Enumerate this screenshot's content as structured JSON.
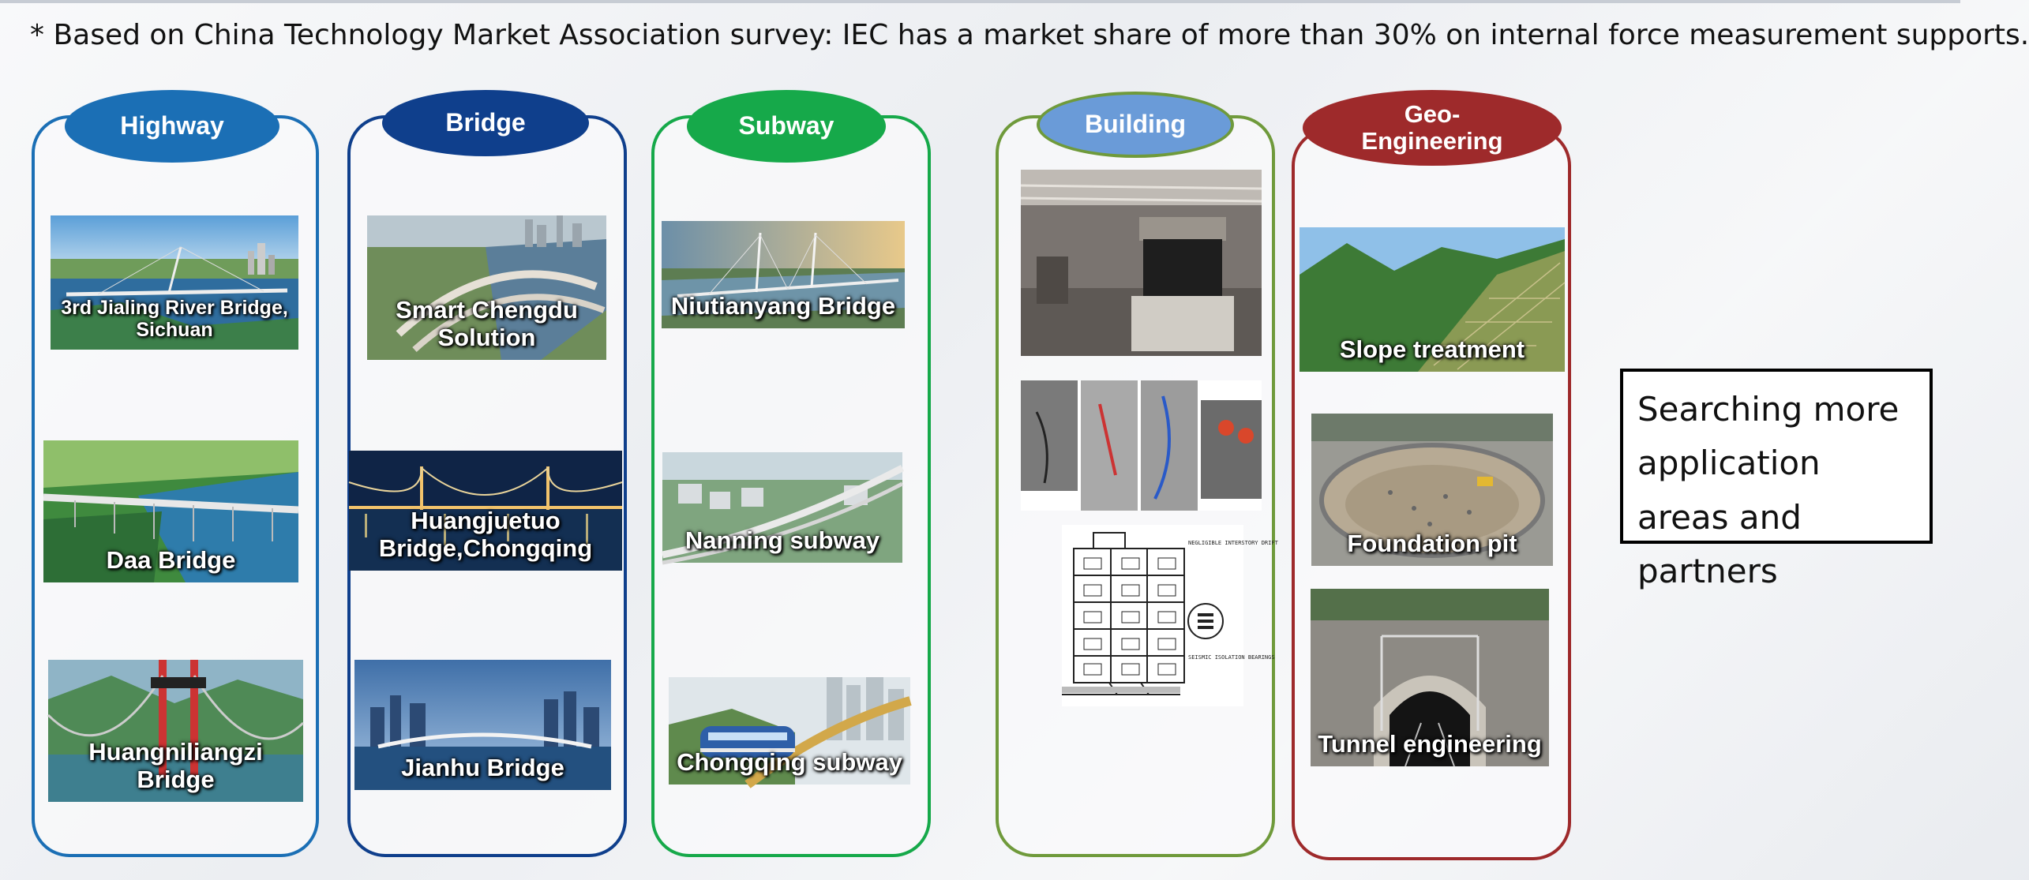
{
  "headline": "* Based on China Technology Market Association survey: IEC has a market share of more than 30% on internal force measurement supports.",
  "colors": {
    "highway": "#1b6fb5",
    "bridge": "#0f3f8c",
    "subway": "#16a94a",
    "building": "#6a9bd8",
    "building_border": "#6f9a3b",
    "geo": "#9e2a2b"
  },
  "columns": {
    "highway": {
      "title": "Highway",
      "items": [
        "3rd Jialing River Bridge, Sichuan",
        "Daa Bridge",
        "Huangniliangzi Bridge"
      ]
    },
    "bridge": {
      "title": "Bridge",
      "items": [
        "Smart Chengdu Solution",
        "Huangjuetuo Bridge,Chongqing",
        "Jianhu Bridge"
      ]
    },
    "subway": {
      "title": "Subway",
      "items": [
        "Niutianyang Bridge",
        "Nanning subway",
        "Chongqing subway"
      ]
    },
    "building": {
      "title": "Building",
      "diagram_labels": [
        "NEGLIGIBLE INTERSTORY DRIFT",
        "SEISMIC ISOLATION BEARINGS"
      ]
    },
    "geo": {
      "title": "Geo-Engineering",
      "items": [
        "Slope treatment",
        "Foundation pit",
        "Tunnel engineering"
      ]
    }
  },
  "note": "Searching more application areas and partners"
}
